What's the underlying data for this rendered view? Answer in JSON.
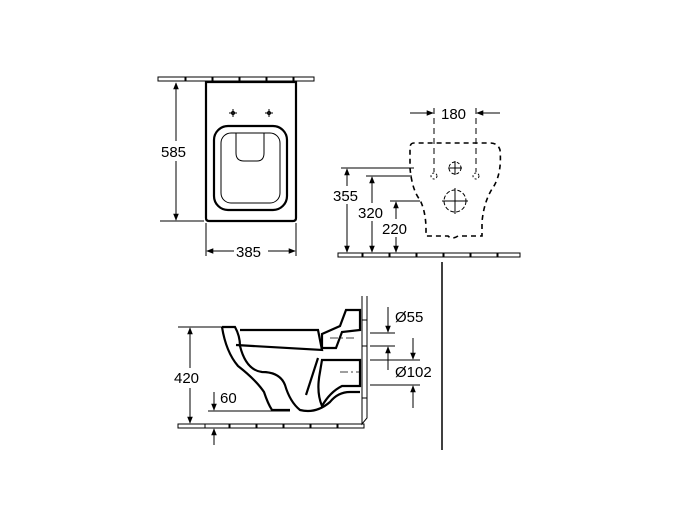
{
  "drawing": {
    "title": "Wall-hung WC dimension drawing",
    "top_view": {
      "depth_label": "585",
      "width_label": "385"
    },
    "wall_view": {
      "fixing_spacing_label": "180",
      "height_355_label": "355",
      "height_320_label": "320",
      "height_220_label": "220"
    },
    "side_view": {
      "rim_height_label": "420",
      "floor_clearance_label": "60",
      "inlet_diameter_label": "Ø55",
      "outlet_diameter_label": "Ø102"
    },
    "colors": {
      "line": "#000000",
      "background": "#ffffff"
    }
  }
}
